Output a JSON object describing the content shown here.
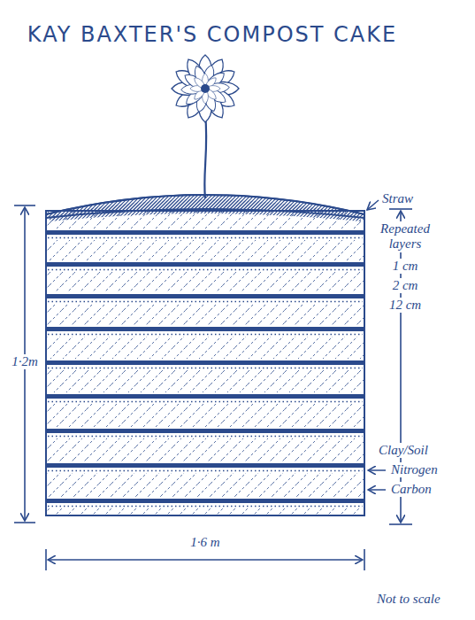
{
  "diagram": {
    "title": "KAY BAXTER'S COMPOST CAKE",
    "labels": [
      "Straw",
      "Repeated layers",
      "1 cm",
      "2 cm",
      "12 cm",
      "Clay/Soil",
      "Nitrogen",
      "Carbon",
      "1·2m",
      "1·6 m",
      "Not to scale"
    ]
  }
}
